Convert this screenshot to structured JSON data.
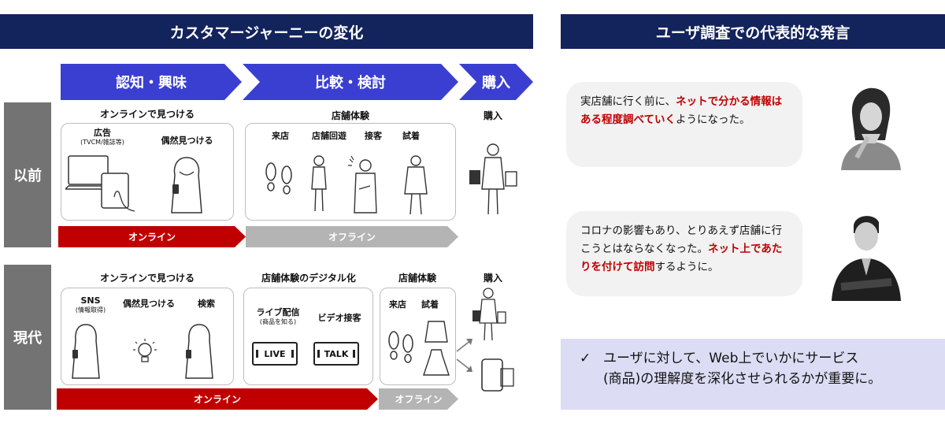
{
  "left": {
    "title": "カスタマージャーニーの変化",
    "stages": [
      "認知・興味",
      "比較・検討",
      "購入"
    ],
    "rows": {
      "before": {
        "label": "以前",
        "sections": {
          "online": "オンラインで見つける",
          "store": "店舗体験",
          "buy": "購入"
        },
        "online_items": {
          "ad": "広告",
          "ad_sub": "(TVCM/雑誌等)",
          "chance": "偶然見つける"
        },
        "store_items": [
          "来店",
          "店舗回遊",
          "接客",
          "試着"
        ],
        "bands": {
          "online": "オンライン",
          "offline": "オフライン"
        }
      },
      "now": {
        "label": "現代",
        "sections": {
          "online": "オンラインで見つける",
          "digital": "店舗体験のデジタル化",
          "store": "店舗体験",
          "buy": "購入"
        },
        "online_items": {
          "sns": "SNS",
          "sns_sub": "(情報取得)",
          "chance": "偶然見つける",
          "search": "検索"
        },
        "digital_items": {
          "live": "ライブ配信",
          "live_sub": "(商品を知る)",
          "video": "ビデオ接客"
        },
        "screens": {
          "live": "LIVE",
          "talk": "TALK"
        },
        "store_items": {
          "visit": "来店",
          "try": "試着"
        },
        "bands": {
          "online": "オンライン",
          "offline": "オフライン"
        }
      }
    }
  },
  "right": {
    "title": "ユーザ調査での代表的な発言",
    "quote1": {
      "pre": "実店舗に行く前に、",
      "hl": "ネットで分かる情報はある程度調べていく",
      "post": "ようになった。"
    },
    "quote2": {
      "pre": "コロナの影響もあり、とりあえず店舗に行こうとはならなくなった。",
      "hl": "ネット上であたりを付けて訪問",
      "post": "するように。"
    },
    "summary": {
      "check": "✓",
      "line1": "ユーザに対して、Web上でいかにサービス",
      "line2": "(商品)の理解度を深化させられるかが重要に。"
    }
  },
  "colors": {
    "header": "#13235b",
    "stage": "#3a3fd1",
    "online": "#c00000",
    "offline": "#b4b4b4",
    "highlight": "#c00000",
    "summary_bg": "#dcdcf5"
  }
}
